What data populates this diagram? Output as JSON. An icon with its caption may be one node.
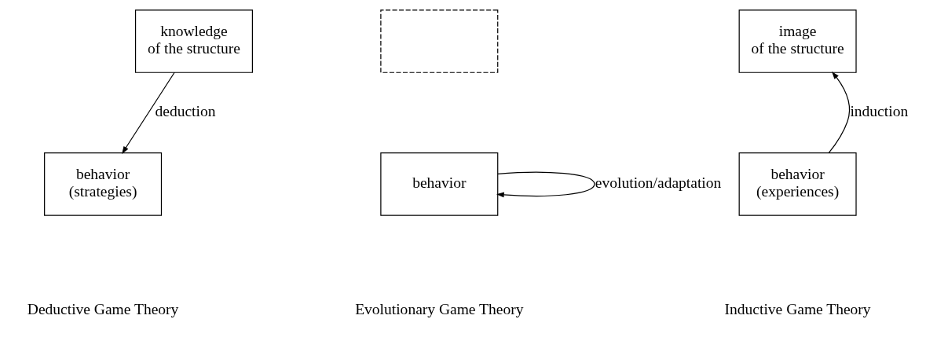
{
  "diagram": {
    "nodes": [
      {
        "text": [
          "knowledge of the structure"
        ]
      },
      {
        "text": [
          "behavior (strategies)"
        ]
      },
      {
        "text": [],
        "shape": "box"
      },
      {
        "text": [
          "behavior"
        ]
      },
      {
        "text": [
          "image of the structure"
        ]
      },
      {
        "text": [
          "behavior (experiences)"
        ]
      }
    ],
    "edges": [
      {
        "from": 0,
        "to": 1,
        "arrow": "to",
        "label": "deduction"
      },
      {
        "from": 3,
        "to": 3,
        "arrow": "to",
        "label": "evolution/adaptation"
      },
      {
        "from": 5,
        "to": 4,
        "arrow": "to",
        "label": "induction"
      }
    ],
    "labels": [
      "Deductive Game Theory",
      "Evolutionary Game Theory",
      "Inductive Game Theory"
    ]
  }
}
